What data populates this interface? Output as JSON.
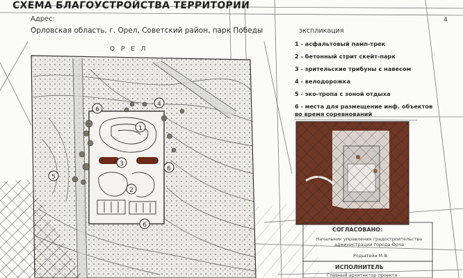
{
  "header": {
    "title": "СХЕМА БЛАГОУСТРОЙСТВА ТЕРРИТОРИИ",
    "page_number": "4"
  },
  "address": {
    "label": "Адрес:",
    "value": "Орловская область, г. Орел, Советский район, парк Победы"
  },
  "plan": {
    "north_label": "О Р Е Л",
    "markers": [
      "1",
      "2",
      "3",
      "4",
      "5",
      "6"
    ]
  },
  "legend": {
    "title": "экспликация",
    "items": [
      "1 - асфальтовый памп-трек",
      "2 - бетонный стрит скейт-парк",
      "3 - зрительские трибуны с навесом",
      "4 - велодорожка",
      "5 - эко-тропа с зоной отдыха",
      "6 - места для размещение инф. объектов во время соревнований"
    ]
  },
  "approval": {
    "label": "СОГЛАСОВАНО:",
    "text": "Начальник управления градостроительства администрации города Орла",
    "name": "Родштейн М.В."
  },
  "executor": {
    "label": "ИСПОЛНИТЕЛЬ",
    "text": "Главный архитектор проекта"
  },
  "colors": {
    "paper": "#fbfbf8",
    "ink": "#2a2a2a",
    "photo_brown": "#7a3c28",
    "hatch": "#1a1a1a"
  }
}
